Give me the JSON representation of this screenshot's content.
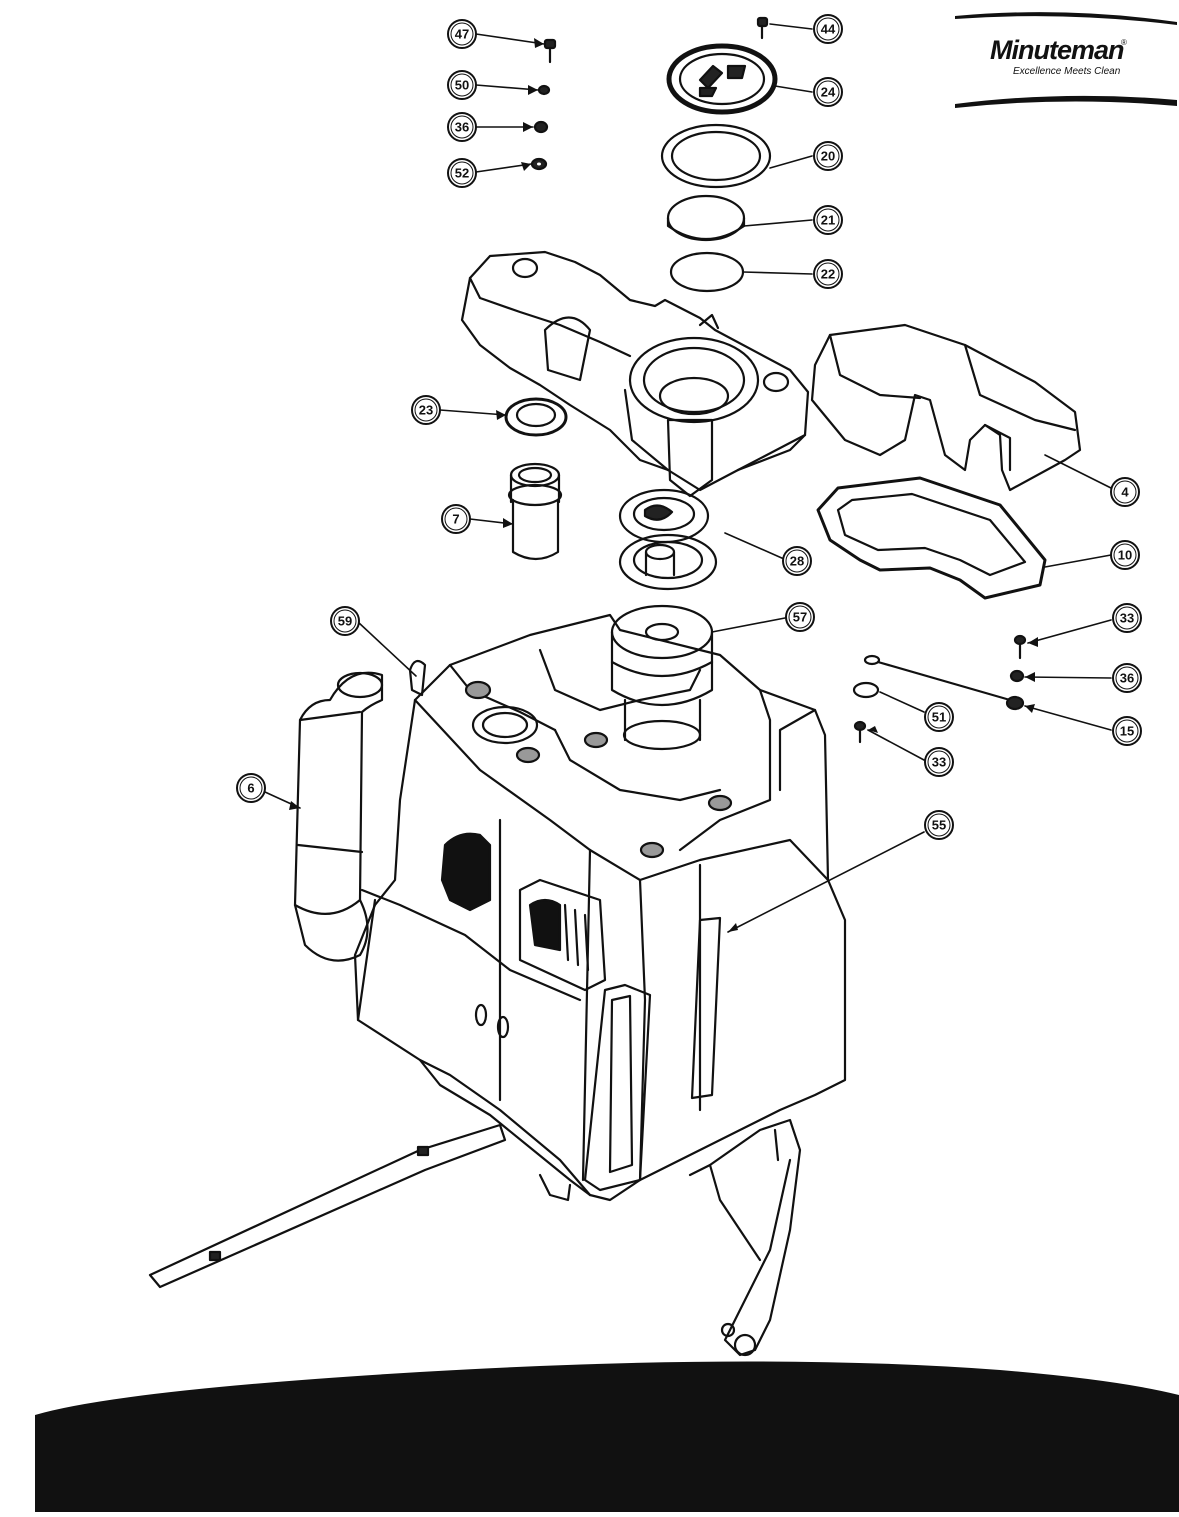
{
  "brand": {
    "name": "Minuteman",
    "registered": "®",
    "tagline": "Excellence Meets Clean"
  },
  "callouts": [
    {
      "id": "c47",
      "label": "47"
    },
    {
      "id": "c44",
      "label": "44"
    },
    {
      "id": "c50",
      "label": "50"
    },
    {
      "id": "c24",
      "label": "24"
    },
    {
      "id": "c36a",
      "label": "36"
    },
    {
      "id": "c20",
      "label": "20"
    },
    {
      "id": "c52",
      "label": "52"
    },
    {
      "id": "c21",
      "label": "21"
    },
    {
      "id": "c22",
      "label": "22"
    },
    {
      "id": "c23",
      "label": "23"
    },
    {
      "id": "c4",
      "label": "4"
    },
    {
      "id": "c7",
      "label": "7"
    },
    {
      "id": "c28",
      "label": "28"
    },
    {
      "id": "c10",
      "label": "10"
    },
    {
      "id": "c59",
      "label": "59"
    },
    {
      "id": "c57",
      "label": "57"
    },
    {
      "id": "c33a",
      "label": "33"
    },
    {
      "id": "c36b",
      "label": "36"
    },
    {
      "id": "c51",
      "label": "51"
    },
    {
      "id": "c15",
      "label": "15"
    },
    {
      "id": "c6",
      "label": "6"
    },
    {
      "id": "c33b",
      "label": "33"
    },
    {
      "id": "c55",
      "label": "55"
    }
  ]
}
